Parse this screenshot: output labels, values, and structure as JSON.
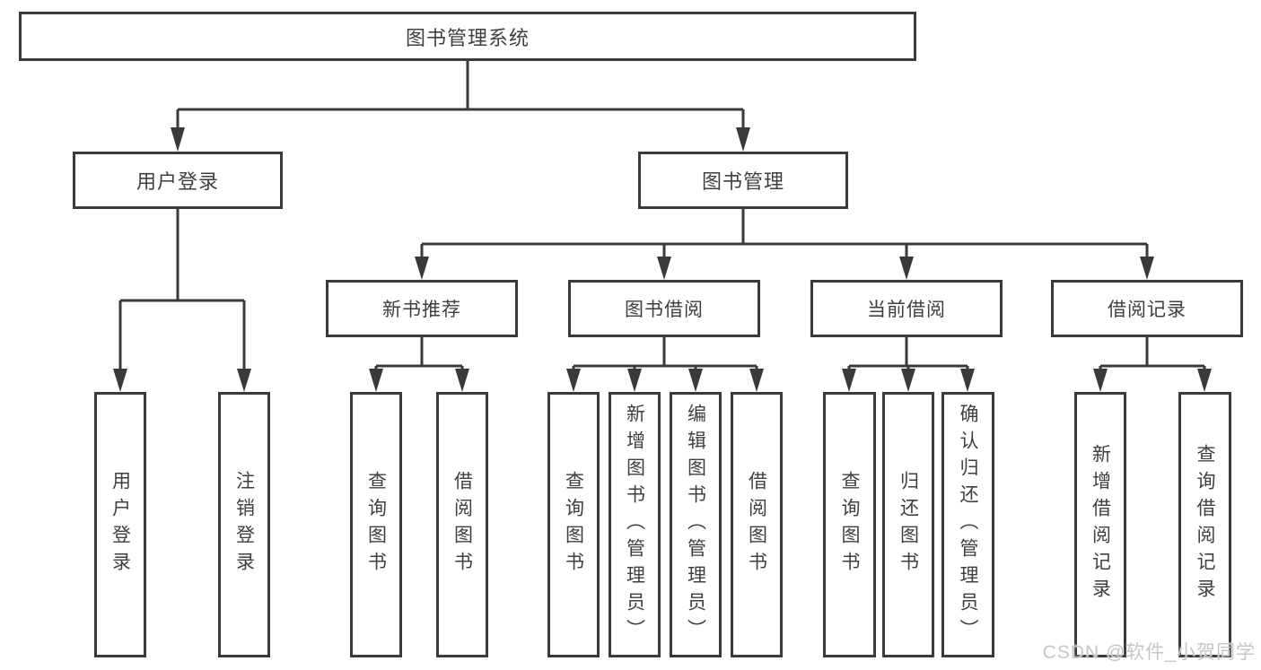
{
  "diagram": {
    "title": "图书管理系统",
    "type": "hierarchy-tree",
    "colors": {
      "line": "#3a3a3a",
      "border": "#3a3a3a",
      "text": "#3f3f3f",
      "background": "#ffffff",
      "watermark": "#c6c6c6"
    },
    "watermark": "CSDN @软件_小贺同学",
    "tree": {
      "root": {
        "label": "图书管理系统"
      },
      "level2": [
        {
          "label": "用户登录"
        },
        {
          "label": "图书管理"
        }
      ],
      "level3": [
        {
          "label": "新书推荐"
        },
        {
          "label": "图书借阅"
        },
        {
          "label": "当前借阅"
        },
        {
          "label": "借阅记录"
        }
      ],
      "leaves": {
        "user_login": [
          "用户登录",
          "注销登录"
        ],
        "new_book_rec": [
          "查询图书",
          "借阅图书"
        ],
        "book_borrow": [
          "查询图书",
          "新增图书（管理员）",
          "编辑图书（管理员）",
          "借阅图书"
        ],
        "current_borrow": [
          "查询图书",
          "归还图书",
          "确认归还（管理员）"
        ],
        "borrow_records": [
          "新增借阅记录",
          "查询借阅记录"
        ]
      }
    }
  }
}
